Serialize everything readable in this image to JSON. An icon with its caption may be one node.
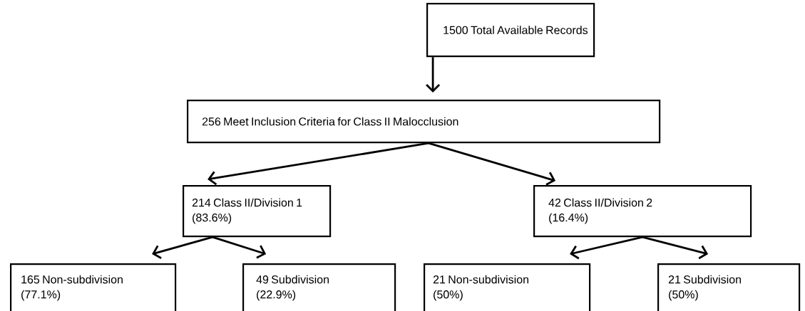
{
  "diagram": {
    "nodes": [
      {
        "text": [
          "1500 Total Available Records"
        ]
      },
      {
        "text": [
          "256 Meet Inclusion Criteria for Class II Malocclusion"
        ]
      },
      {
        "text": [
          "214 Class II/Division 1 (83.6%)"
        ]
      },
      {
        "text": [
          "42 Class II/Division 2 (16.4%)"
        ]
      },
      {
        "text": [
          "165 Non-subdivision (77.1%)"
        ]
      },
      {
        "text": [
          "49 Subdivision (22.9%)"
        ]
      },
      {
        "text": [
          "21 Non-subdivision (50%)"
        ]
      },
      {
        "text": [
          "21 Subdivision (50%)"
        ]
      }
    ],
    "edges": [
      {
        "from": 0,
        "to": 1,
        "arrow": "to"
      },
      {
        "from": 1,
        "to": 2,
        "arrow": "to"
      },
      {
        "from": 1,
        "to": 3,
        "arrow": "to"
      },
      {
        "from": 2,
        "to": 4,
        "arrow": "to"
      },
      {
        "from": 2,
        "to": 5,
        "arrow": "to"
      },
      {
        "from": 3,
        "to": 6,
        "arrow": "to"
      },
      {
        "from": 3,
        "to": 7,
        "arrow": "to"
      }
    ]
  }
}
